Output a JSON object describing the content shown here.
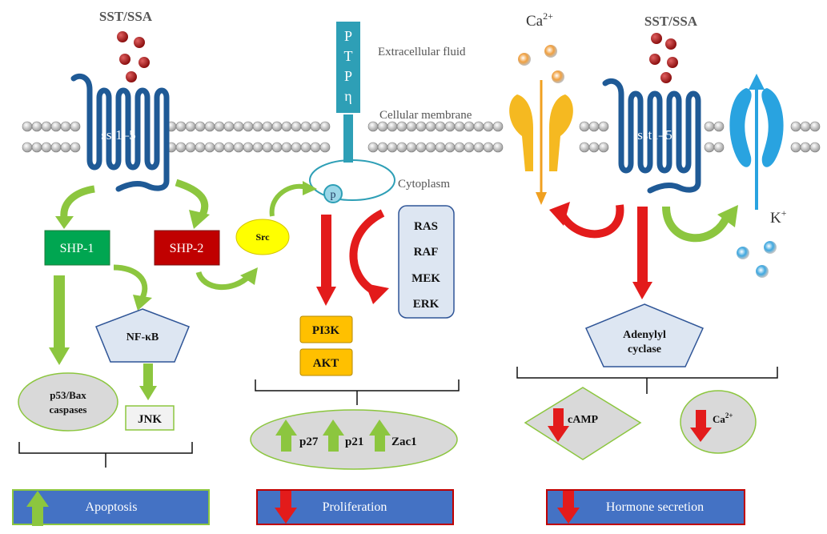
{
  "labels": {
    "sst_ssa_left": "SST/SSA",
    "sst_ssa_right": "SST/SSA",
    "receptor_left": "sst1–5",
    "receptor_right": "sst1–5",
    "ptp_letters": [
      "P",
      "T",
      "P",
      "η"
    ],
    "extracellular": "Extracellular fluid",
    "membrane": "Cellular membrane",
    "cytoplasm": "Cytoplasm",
    "phospho": "p",
    "ca_ion": "Ca",
    "ca_charge": "2+",
    "k_ion": "K",
    "k_charge": "+"
  },
  "left": {
    "shp1": "SHP-1",
    "shp2": "SHP-2",
    "nfkb": "NF-κB",
    "p53_line1": "p53/Bax",
    "p53_line2": "caspases",
    "jnk": "JNK",
    "src": "Src"
  },
  "middle": {
    "ras_chain": [
      "RAS",
      "RAF",
      "MEK",
      "ERK"
    ],
    "pi3k": "PI3K",
    "akt": "AKT",
    "p27": "p27",
    "p21": "p21",
    "zac1": "Zac1"
  },
  "right": {
    "adenylyl_line1": "Adenylyl",
    "adenylyl_line2": "cyclase",
    "camp": "cAMP",
    "ca": "Ca",
    "ca_charge": "2+"
  },
  "outcomes": {
    "apoptosis": "Apoptosis",
    "proliferation": "Proliferation",
    "hormone": "Hormone secretion"
  },
  "colors": {
    "green_arrow": "#8cc63f",
    "red_arrow": "#e31b1b",
    "blue_bar": "#4472c4",
    "receptor_blue": "#1f5a96",
    "ptp_teal": "#2e9fb6",
    "shp1_green": "#00a651",
    "shp2_red": "#c00000",
    "src_yellow": "#ffff00",
    "pi3k_orange": "#ffc000",
    "channel_yellow": "#f5b921",
    "k_channel_blue": "#29a3e0"
  }
}
